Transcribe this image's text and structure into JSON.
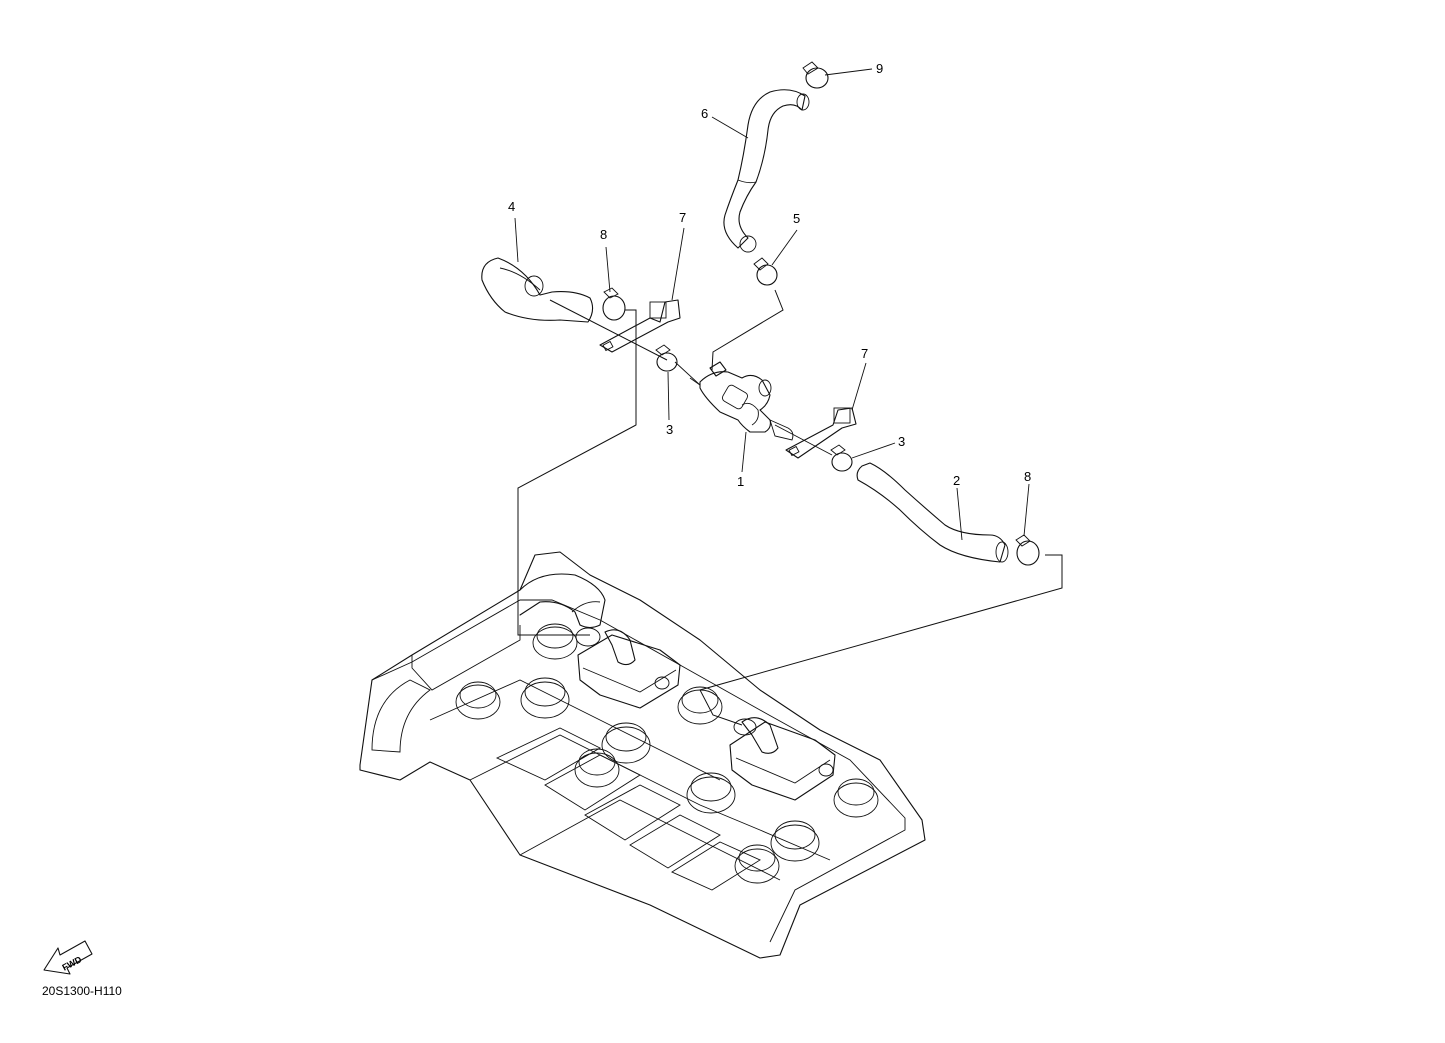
{
  "drawing_code": "20S1300-H110",
  "fwd_label": "FWD",
  "callouts": {
    "c1": "1",
    "c2": "2",
    "c3a": "3",
    "c3b": "3",
    "c4": "4",
    "c5": "5",
    "c6": "6",
    "c7a": "7",
    "c7b": "7",
    "c8a": "8",
    "c8b": "8",
    "c9": "9"
  }
}
